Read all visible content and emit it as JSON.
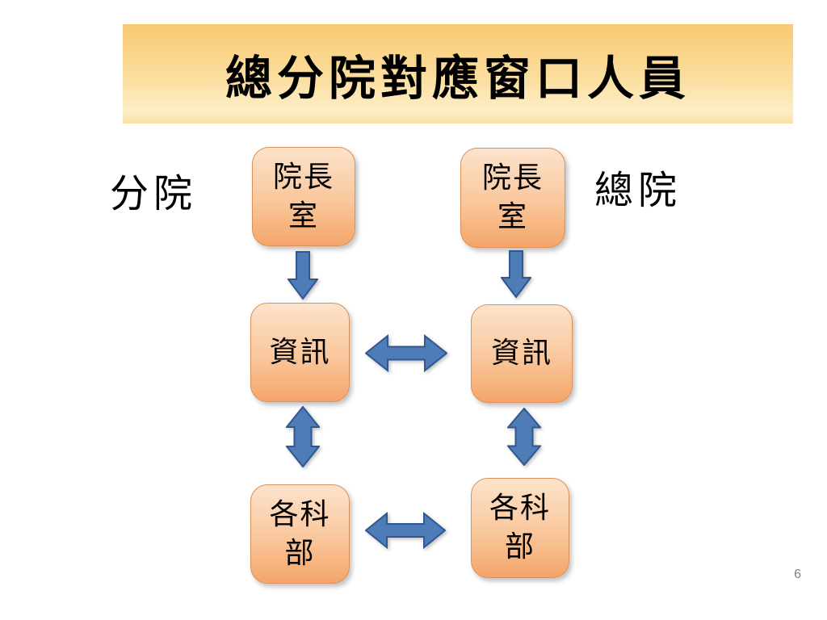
{
  "slide": {
    "title": "總分院對應窗口人員",
    "left_group_label": "分院",
    "right_group_label": "總院",
    "number": "6"
  },
  "nodes": {
    "branch_director": {
      "text": "院長\n室"
    },
    "branch_it": {
      "text": "資訊"
    },
    "branch_departments": {
      "text": "各科\n部"
    },
    "main_director": {
      "text": "院長\n室"
    },
    "main_it": {
      "text": "資訊"
    },
    "main_departments": {
      "text": "各科\n部"
    }
  },
  "connectors": [
    {
      "from": "branch_director",
      "to": "branch_it",
      "type": "arrow-down"
    },
    {
      "from": "main_director",
      "to": "main_it",
      "type": "arrow-down"
    },
    {
      "from": "branch_it",
      "to": "main_it",
      "type": "double-arrow-horizontal"
    },
    {
      "from": "branch_it",
      "to": "branch_departments",
      "type": "double-arrow-vertical"
    },
    {
      "from": "main_it",
      "to": "main_departments",
      "type": "double-arrow-vertical"
    },
    {
      "from": "branch_departments",
      "to": "main_departments",
      "type": "double-arrow-horizontal"
    }
  ],
  "colors": {
    "banner_top": "#F8CA72",
    "banner_mid": "#FBDE9F",
    "banner_bottom": "#FDEFC8",
    "banner_edge": "#F9DF9E",
    "box_fill_top": "#FCE3CC",
    "box_fill_mid": "#F9C79B",
    "box_fill_bottom": "#F4A56A",
    "box_border": "#DE8F55",
    "arrow_fill": "#4E7CB7",
    "arrow_stroke": "#30578F"
  }
}
